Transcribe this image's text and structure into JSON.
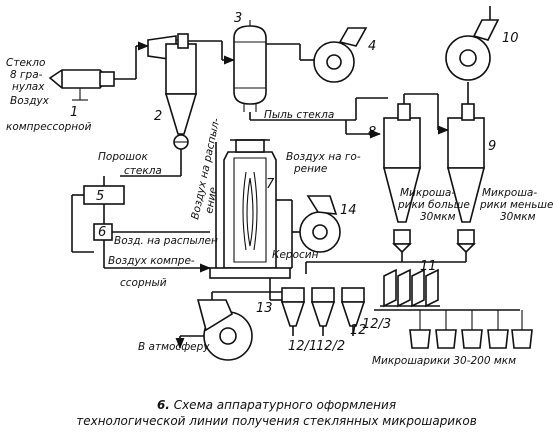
{
  "labels": {
    "glass_8": [
      "Стекло",
      "8 гра-",
      "нулах"
    ],
    "air_compressor": [
      "Воздух",
      "компрессорной"
    ],
    "glass_dust": "Пыль стекла",
    "glass_powder": [
      "Порошок",
      "стекла"
    ],
    "air_dispersion_v": [
      "Воздух на распыл-",
      "ение"
    ],
    "air_combustion": [
      "Воздух на го-",
      "рение"
    ],
    "micro_bigger": [
      "Микроша-",
      "рики больше",
      "30мкм"
    ],
    "micro_smaller": [
      "Микроша-",
      "рики меньше",
      "30мкм"
    ],
    "air_to_dispersion_h": "Возд. на распылен",
    "air_compressor_2": [
      "Воздух компре-",
      "ссорный"
    ],
    "kerosene": "Керосин",
    "to_atmosphere": "В атмосферу",
    "micro_range": "Микрошарики 30-200 мкм"
  },
  "numbers": {
    "n1": "1",
    "n2": "2",
    "n3": "3",
    "n4": "4",
    "n5": "5",
    "n6": "6",
    "n7": "7",
    "n8": "8",
    "n9": "9",
    "n10": "10",
    "n11": "11",
    "n12": "12",
    "n13": "13",
    "n14": "14",
    "n12_1": "12/1",
    "n12_2": "12/2",
    "n12_3": "12/3"
  },
  "caption": {
    "number": "6.",
    "line1": "Схема аппаратурного оформления",
    "line2": "технологической линии получения стеклянных микрошариков"
  }
}
